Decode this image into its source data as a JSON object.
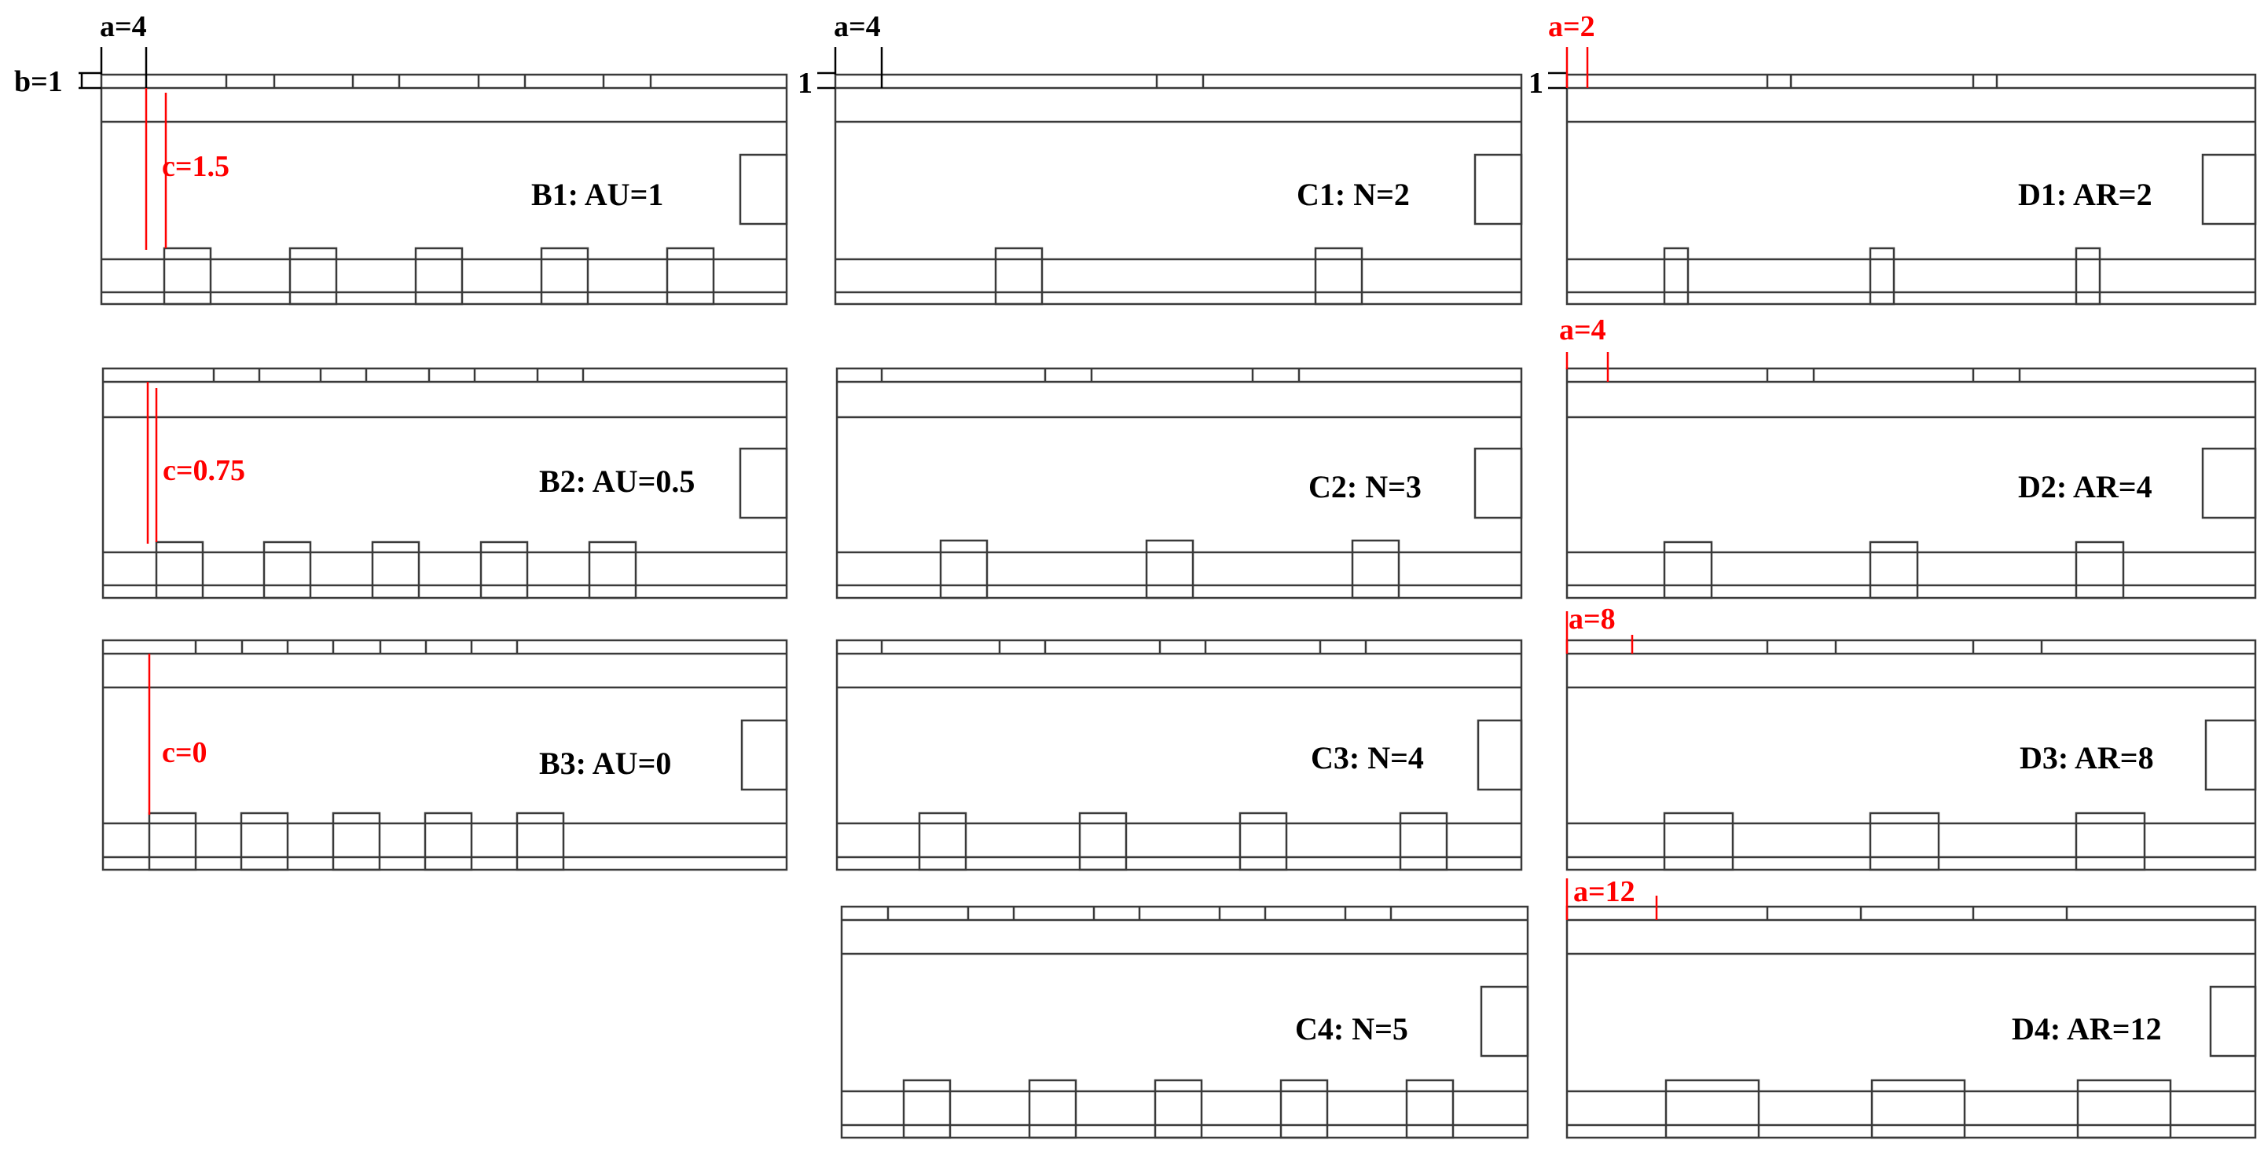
{
  "colors": {
    "stroke": "#3a3a3a",
    "accent": "#ff0000",
    "text": "#000000"
  },
  "dims": {
    "a4_col_b": "a=4",
    "b1": "b=1",
    "a4_col_c": "a=4",
    "one_c": "1",
    "one_d": "1"
  },
  "panels": {
    "B1": {
      "label": "B1: AU=1",
      "c_label": "c=1.5",
      "chambers": 5
    },
    "B2": {
      "label": "B2: AU=0.5",
      "c_label": "c=0.75",
      "chambers": 5
    },
    "B3": {
      "label": "B3: AU=0",
      "c_label": "c=0",
      "chambers": 5
    },
    "C1": {
      "label": "C1: N=2",
      "chambers": 2
    },
    "C2": {
      "label": "C2: N=3",
      "chambers": 3
    },
    "C3": {
      "label": "C3: N=4",
      "chambers": 4
    },
    "C4": {
      "label": "C4: N=5",
      "chambers": 5
    },
    "D1": {
      "label": "D1: AR=2",
      "a_label": "a=2",
      "chambers": 3
    },
    "D2": {
      "label": "D2: AR=4",
      "a_label": "a=4",
      "chambers": 3
    },
    "D3": {
      "label": "D3: AR=8",
      "a_label": "a=8",
      "chambers": 3
    },
    "D4": {
      "label": "D4: AR=12",
      "a_label": "a=12",
      "chambers": 3
    }
  }
}
